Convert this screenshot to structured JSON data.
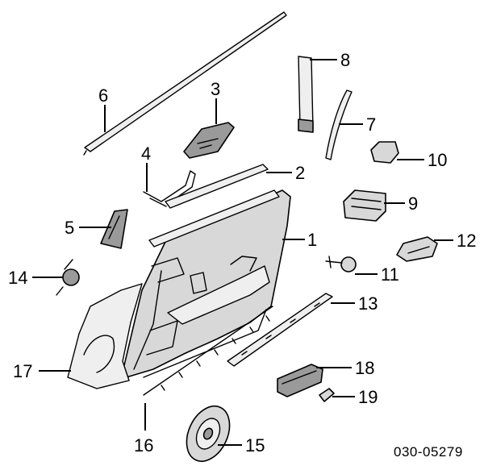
{
  "diagram": {
    "callouts": [
      {
        "id": "c1",
        "label": "1"
      },
      {
        "id": "c2",
        "label": "2"
      },
      {
        "id": "c3",
        "label": "3"
      },
      {
        "id": "c4",
        "label": "4"
      },
      {
        "id": "c5",
        "label": "5"
      },
      {
        "id": "c6",
        "label": "6"
      },
      {
        "id": "c7",
        "label": "7"
      },
      {
        "id": "c8",
        "label": "8"
      },
      {
        "id": "c9",
        "label": "9"
      },
      {
        "id": "c10",
        "label": "10"
      },
      {
        "id": "c11",
        "label": "11"
      },
      {
        "id": "c12",
        "label": "12"
      },
      {
        "id": "c13",
        "label": "13"
      },
      {
        "id": "c14",
        "label": "14"
      },
      {
        "id": "c15",
        "label": "15"
      },
      {
        "id": "c16",
        "label": "16"
      },
      {
        "id": "c17",
        "label": "17"
      },
      {
        "id": "c18",
        "label": "18"
      },
      {
        "id": "c19",
        "label": "19"
      }
    ],
    "drawing_code": "030-05279"
  }
}
